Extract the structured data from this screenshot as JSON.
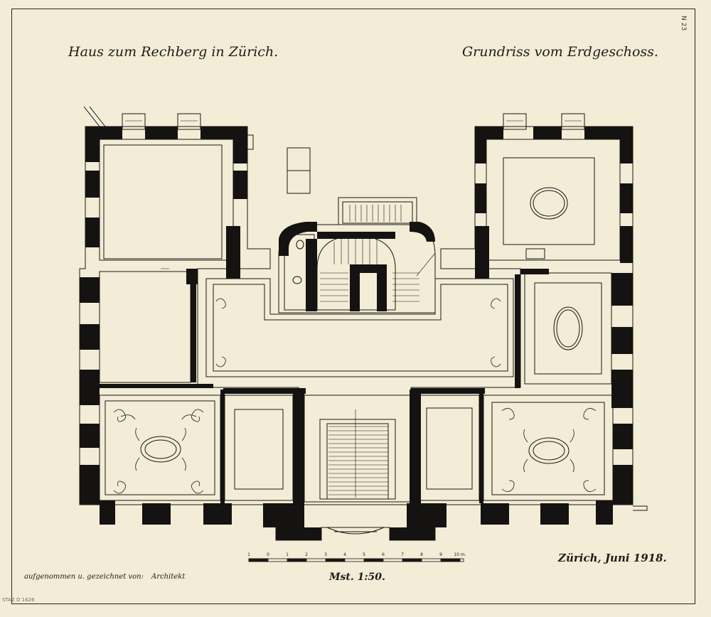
{
  "title": {
    "left": "Haus zum Rechberg in Zürich.",
    "right": "Grundriss vom Erdgeschoss."
  },
  "sheet_number": "N 23",
  "scale": {
    "label": "Mst. 1:50.",
    "ticks": [
      "1",
      "0",
      "1",
      "2",
      "3",
      "4",
      "5",
      "6",
      "7",
      "8",
      "9",
      "10 m."
    ]
  },
  "place_date": "Zürich, Juni 1918.",
  "credit": {
    "text": "aufgenommen u. gezeichnet von:",
    "signature": "Architekt"
  },
  "archive_stamp": "STAZ D 1426",
  "colors": {
    "paper": "#f3ecd6",
    "ink": "#1a1714",
    "wall": "#151311"
  }
}
